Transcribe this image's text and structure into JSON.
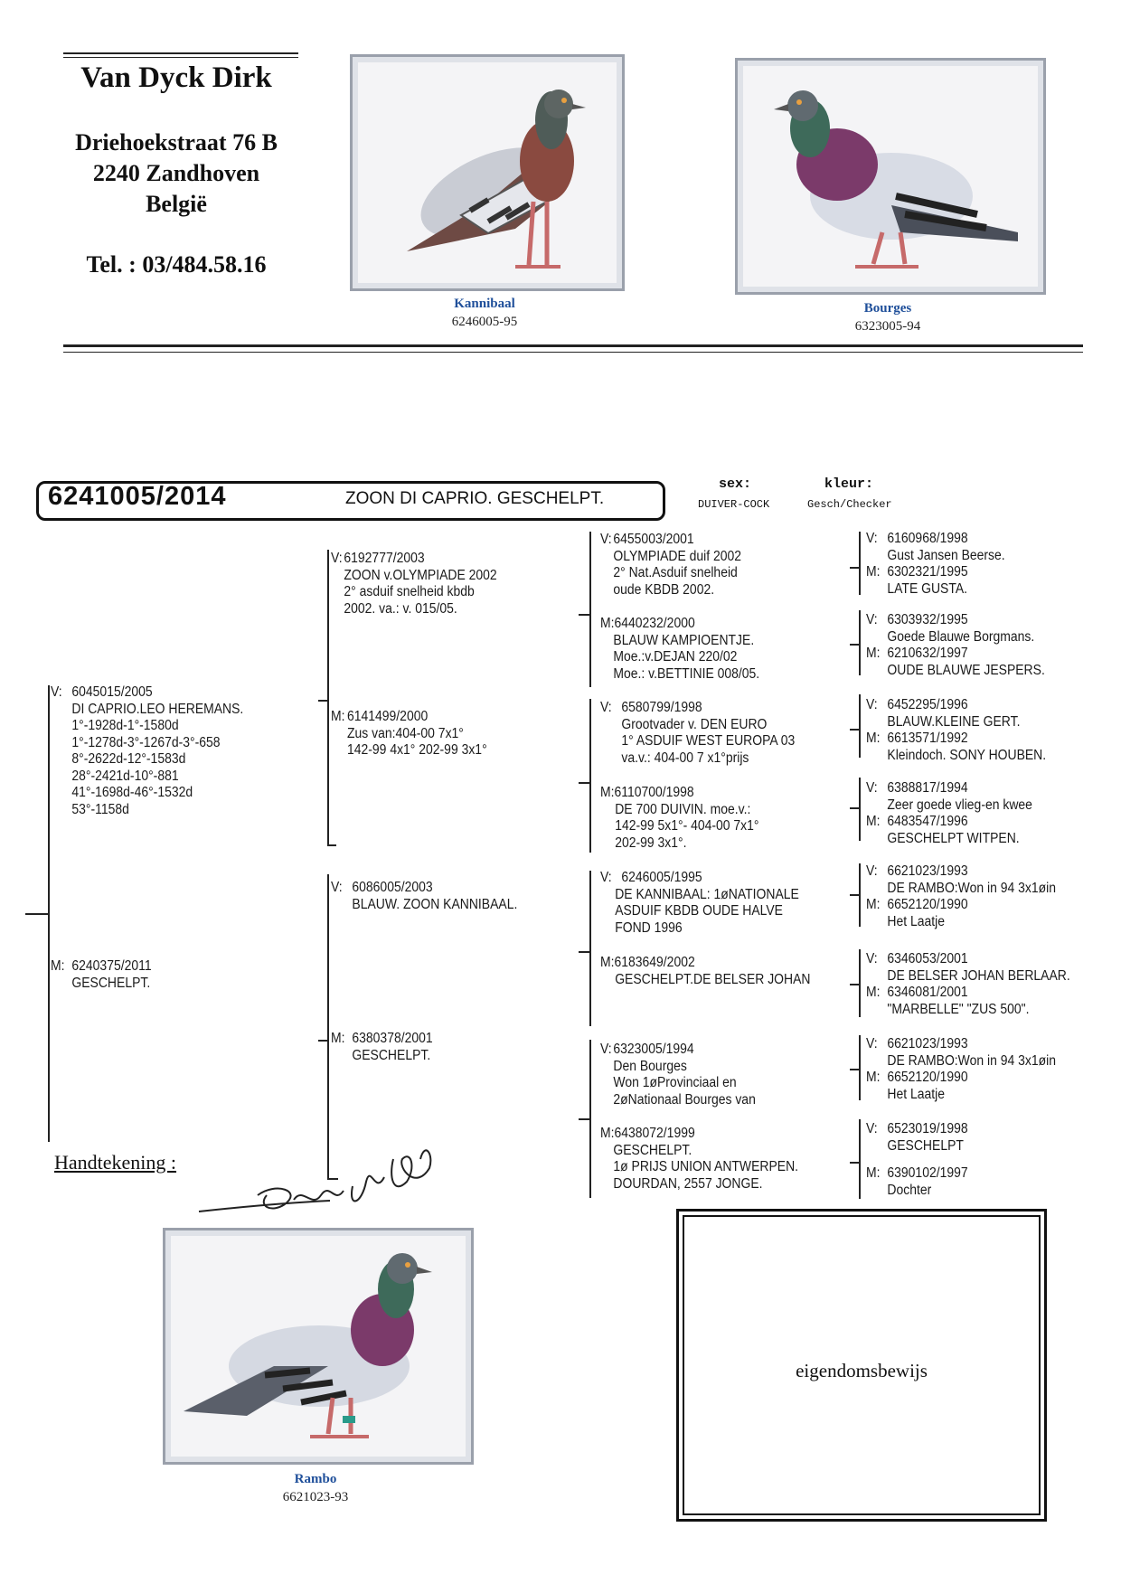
{
  "header": {
    "breeder_name": "Van Dyck Dirk",
    "street": "Driehoekstraat 76 B",
    "city": "2240 Zandhoven",
    "country": "België",
    "phone": "Tel. : 03/484.58.16"
  },
  "photos": {
    "left": {
      "name": "Kannibaal",
      "ring": "6246005-95"
    },
    "right": {
      "name": "Bourges",
      "ring": "6323005-94"
    },
    "bottom": {
      "name": "Rambo",
      "ring": "6621023-93"
    }
  },
  "subject": {
    "ring": "6241005/2014",
    "description": "ZOON DI CAPRIO. GESCHELPT.",
    "sex_label": "sex:",
    "sex_value": "DUIVER-COCK",
    "color_label": "kleur:",
    "color_value": "Gesch/Checker"
  },
  "gen1": {
    "father": {
      "tag": "V:",
      "lines": [
        "6045015/2005",
        "DI CAPRIO.LEO HEREMANS.",
        "1°-1928d-1°-1580d",
        "1°-1278d-3°-1267d-3°-658",
        "8°-2622d-12°-1583d",
        "28°-2421d-10°-881",
        "41°-1698d-46°-1532d",
        "53°-1158d"
      ]
    },
    "mother": {
      "tag": "M:",
      "lines": [
        "6240375/2011",
        "GESCHELPT."
      ]
    }
  },
  "gen2": [
    {
      "tag": "V:",
      "lines": [
        "6192777/2003",
        "ZOON v.OLYMPIADE 2002",
        "2° asduif snelheid kbdb",
        "2002. va.: v. 015/05."
      ]
    },
    {
      "tag": "M:",
      "lines": [
        "6141499/2000",
        "Zus van:404-00 7x1°",
        "142-99 4x1° 202-99 3x1°"
      ]
    },
    {
      "tag": "V:",
      "lines": [
        "6086005/2003",
        "BLAUW. ZOON KANNIBAAL."
      ]
    },
    {
      "tag": "M:",
      "lines": [
        "6380378/2001",
        "GESCHELPT."
      ]
    }
  ],
  "gen3": [
    {
      "tag": "V:",
      "lines": [
        "6455003/2001",
        "OLYMPIADE duif 2002",
        "2° Nat.Asduif snelheid",
        "oude KBDB 2002."
      ]
    },
    {
      "tag": "M:",
      "lines": [
        "6440232/2000",
        "BLAUW KAMPIOENTJE.",
        "Moe.:v.DEJAN 220/02",
        "Moe.: v.BETTINIE 008/05."
      ]
    },
    {
      "tag": "V:",
      "lines": [
        "6580799/1998",
        "Grootvader v. DEN EURO",
        "1° ASDUIF WEST EUROPA 03",
        "va.v.: 404-00 7 x1°prijs"
      ]
    },
    {
      "tag": "M:",
      "lines": [
        "6110700/1998",
        "DE 700 DUIVIN. moe.v.:",
        "142-99 5x1°- 404-00 7x1°",
        "202-99 3x1°."
      ]
    },
    {
      "tag": "V:",
      "lines": [
        "6246005/1995",
        "DE KANNIBAAL: 1øNATIONALE",
        "ASDUIF KBDB OUDE HALVE",
        "FOND 1996"
      ]
    },
    {
      "tag": "M:",
      "lines": [
        "6183649/2002",
        "GESCHELPT.DE BELSER JOHAN"
      ]
    },
    {
      "tag": "V:",
      "lines": [
        "6323005/1994",
        "Den Bourges",
        "Won 1øProvinciaal en",
        "2øNationaal Bourges van"
      ]
    },
    {
      "tag": "M:",
      "lines": [
        "6438072/1999",
        "GESCHELPT.",
        "1ø PRIJS UNION ANTWERPEN.",
        "DOURDAN, 2557 JONGE."
      ]
    }
  ],
  "gen4": [
    {
      "v_tag": "V:",
      "v_lines": [
        "6160968/1998",
        "Gust Jansen Beerse."
      ],
      "m_tag": "M:",
      "m_lines": [
        "6302321/1995",
        "LATE GUSTA."
      ]
    },
    {
      "v_tag": "V:",
      "v_lines": [
        "6303932/1995",
        "Goede Blauwe Borgmans."
      ],
      "m_tag": "M:",
      "m_lines": [
        "6210632/1997",
        "OUDE BLAUWE JESPERS."
      ]
    },
    {
      "v_tag": "V:",
      "v_lines": [
        "6452295/1996",
        "BLAUW.KLEINE GERT."
      ],
      "m_tag": "M:",
      "m_lines": [
        "6613571/1992",
        "Kleindoch. SONY HOUBEN."
      ]
    },
    {
      "v_tag": "V:",
      "v_lines": [
        "6388817/1994",
        "Zeer goede vlieg-en kwee"
      ],
      "m_tag": "M:",
      "m_lines": [
        "6483547/1996",
        "GESCHELPT WITPEN."
      ]
    },
    {
      "v_tag": "V:",
      "v_lines": [
        "6621023/1993",
        "DE RAMBO:Won in 94 3x1øin"
      ],
      "m_tag": "M:",
      "m_lines": [
        "6652120/1990",
        "Het Laatje"
      ]
    },
    {
      "v_tag": "V:",
      "v_lines": [
        "6346053/2001",
        "DE BELSER JOHAN BERLAAR."
      ],
      "m_tag": "M:",
      "m_lines": [
        "6346081/2001",
        "\"MARBELLE\" \"ZUS 500\"."
      ]
    },
    {
      "v_tag": "V:",
      "v_lines": [
        "6621023/1993",
        "DE RAMBO:Won in 94 3x1øin"
      ],
      "m_tag": "M:",
      "m_lines": [
        "6652120/1990",
        "Het Laatje"
      ]
    },
    {
      "v_tag": "V:",
      "v_lines": [
        "6523019/1998",
        "GESCHELPT"
      ],
      "m_tag": "M:",
      "m_lines": [
        "6390102/1997",
        "Dochter"
      ]
    }
  ],
  "signature_label": "Handtekening :",
  "ownership_label": "eigendomsbewijs",
  "colors": {
    "caption_blue": "#1f4f9a",
    "ink": "#111111",
    "frame": "#9aa0ab"
  }
}
